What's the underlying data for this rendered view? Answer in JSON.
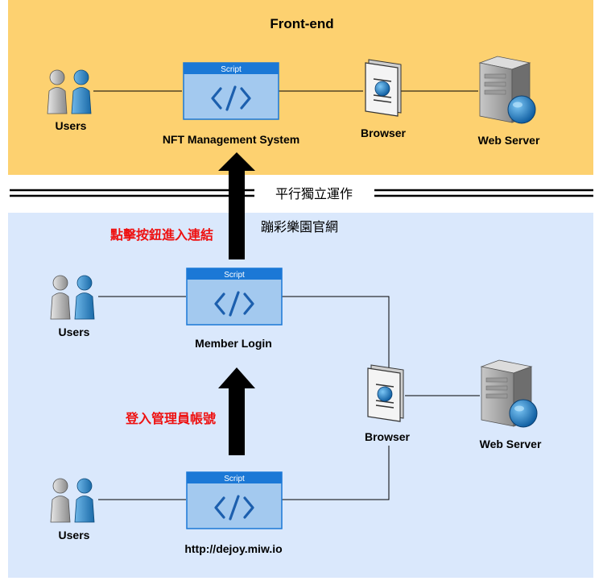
{
  "frontend": {
    "title": "Front-end",
    "users_label": "Users",
    "script_header": "Script",
    "system_label": "NFT Management System",
    "browser_label": "Browser",
    "server_label": "Web Server"
  },
  "divider": {
    "label": "平行獨立運作"
  },
  "backend": {
    "site_name": "蹦彩樂園官網",
    "click_note": "點擊按鈕進入連結",
    "login_note": "登入管理員帳號",
    "users_label_top": "Users",
    "users_label_bottom": "Users",
    "script_header_login": "Script",
    "script_header_site": "Script",
    "login_label": "Member Login",
    "site_label": "http://dejoy.miw.io",
    "browser_label": "Browser",
    "server_label": "Web Server"
  },
  "colors": {
    "frontend_bg": "#fdd170",
    "backend_bg": "#dae8fc",
    "script_fill": "#a3c9ef",
    "script_header": "#1b78d6",
    "arrow": "#000000",
    "note_red": "#ee1111"
  },
  "icons": [
    "users-icon",
    "script-icon",
    "browser-icon",
    "web-server-icon",
    "up-arrow"
  ]
}
